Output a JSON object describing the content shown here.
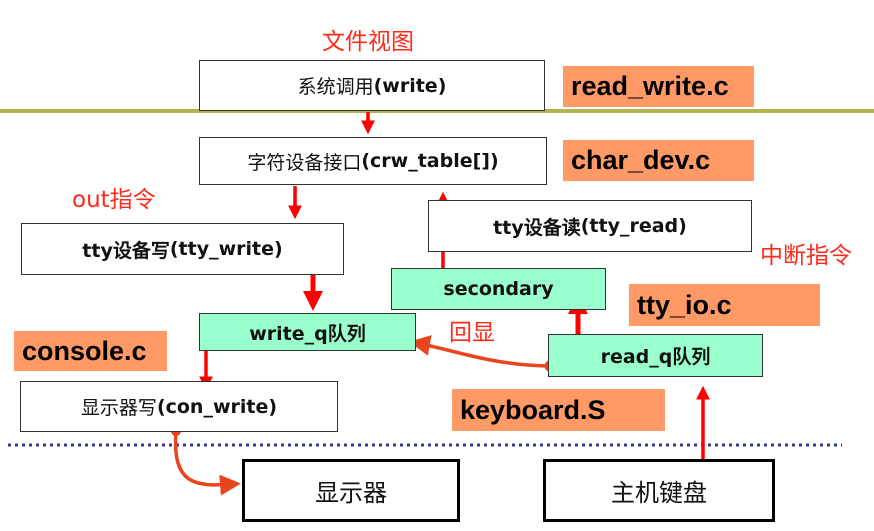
{
  "top_label": "文件视图",
  "boxes": {
    "syscall": {
      "prefix": "系统调用",
      "suffix": "(write)"
    },
    "char_iface": {
      "prefix": "字符设备接口",
      "suffix": "(crw_table[])"
    },
    "tty_write": {
      "prefix": "tty设备写",
      "suffix": "(tty_write)"
    },
    "tty_read": {
      "prefix": "tty设备读",
      "suffix": "(tty_read)"
    },
    "secondary": "secondary",
    "write_q": "write_q队列",
    "read_q": "read_q队列",
    "con_write": {
      "prefix": "显示器写",
      "suffix": "(con_write)"
    },
    "display": "显示器",
    "keyboard_hw": "主机键盘"
  },
  "tags": {
    "read_write": "read_write.c",
    "char_dev": "char_dev.c",
    "tty_io": "tty_io.c",
    "console": "console.c",
    "keyboard": "keyboard.S"
  },
  "annotations": {
    "out_instr": "out指令",
    "interrupt_instr": "中断指令",
    "echo": "回显"
  },
  "colors": {
    "tag_fill": "#ff9966",
    "queue_fill": "#99ffcc",
    "arrow": "#ff0000",
    "divider_olive": "#b3b34d",
    "divider_dots": "#2b3a9c"
  }
}
